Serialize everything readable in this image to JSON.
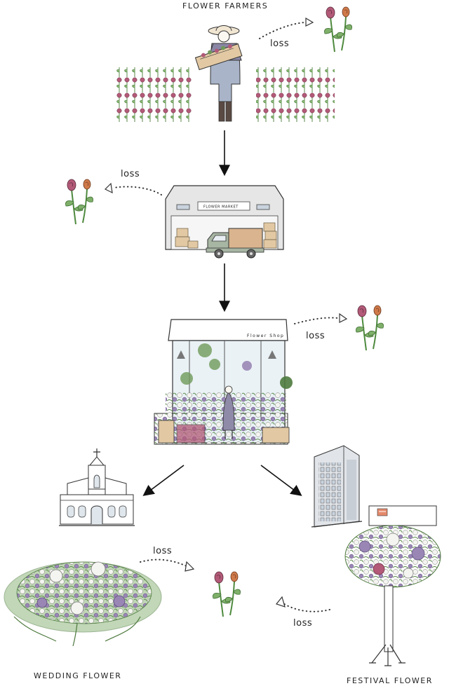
{
  "labels": {
    "top": "FLOWER FARMERS",
    "bottom_left": "WEDDING FLOWER",
    "bottom_right": "FESTIVAL FLOWER"
  },
  "signs": {
    "market": "FLOWER MARKET",
    "shop": "Flower Shop"
  },
  "loss_text": "loss",
  "colors": {
    "ink": "#333333",
    "rose": "#b25a78",
    "orange_rose": "#d07a4a",
    "stem": "#4e8a3e",
    "leaf": "#7fb06a",
    "apron": "#a9b4c9",
    "building": "#e6e6e6",
    "crate": "#e2c9a4"
  },
  "icons": [
    "rose-pair-icon",
    "flower-field-icon",
    "farmer-icon",
    "market-icon",
    "truck-icon",
    "shop-icon",
    "church-icon",
    "tower-icon",
    "bouquet-icon",
    "flower-stand-icon"
  ]
}
